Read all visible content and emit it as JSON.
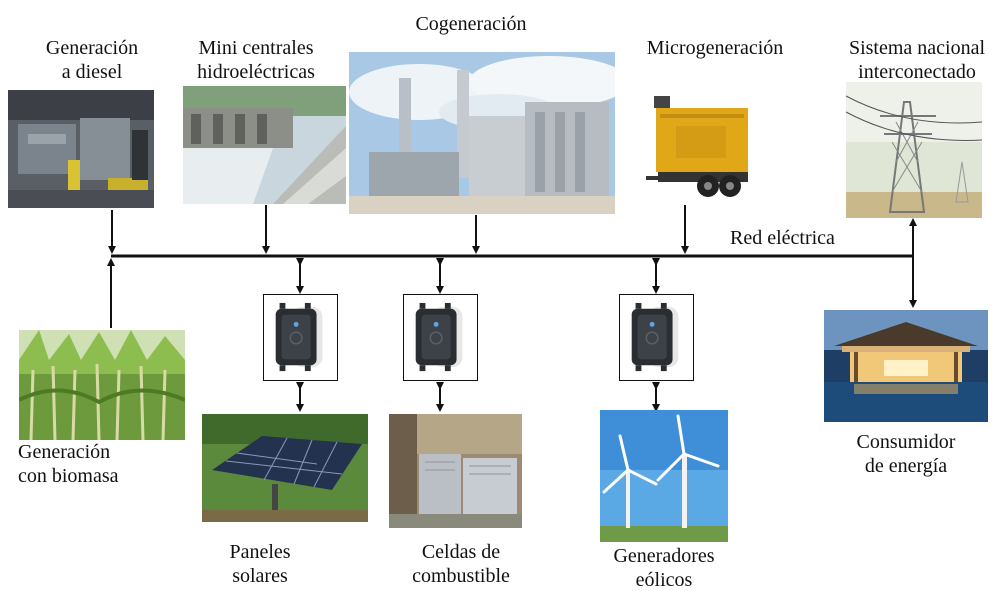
{
  "diagram": {
    "sources_top": [
      {
        "id": "diesel",
        "lines": [
          "Generación",
          "a diesel"
        ],
        "icon": "diesel-generator-photo"
      },
      {
        "id": "hydro",
        "lines": [
          "Mini centrales",
          "hidroeléctricas"
        ],
        "icon": "hydro-dam-photo"
      },
      {
        "id": "cogen",
        "lines": [
          "Cogeneración"
        ],
        "icon": "cogeneration-plant-photo"
      },
      {
        "id": "micro",
        "lines": [
          "Microgeneración"
        ],
        "icon": "trailer-generator-photo"
      },
      {
        "id": "grid",
        "lines": [
          "Sistema nacional",
          "interconectado"
        ],
        "icon": "transmission-tower-photo"
      }
    ],
    "bus_label": "Red eléctrica",
    "biomass": {
      "lines": [
        "Generación",
        "con biomasa"
      ],
      "icon": "sugarcane-photo"
    },
    "solar": {
      "lines": [
        "Paneles",
        "solares"
      ],
      "icon": "solar-panel-photo"
    },
    "fuel_cells": {
      "lines": [
        "Celdas de",
        "combustible"
      ],
      "icon": "fuel-cell-photo"
    },
    "wind": {
      "lines": [
        "Generadores",
        "eólicos"
      ],
      "icon": "wind-turbine-photo"
    },
    "consumer": {
      "lines": [
        "Consumidor",
        "de energía"
      ],
      "icon": "house-photo"
    },
    "converter_icon": "power-inverter-icon"
  },
  "colors": {
    "line": "#111111",
    "background": "#ffffff"
  }
}
